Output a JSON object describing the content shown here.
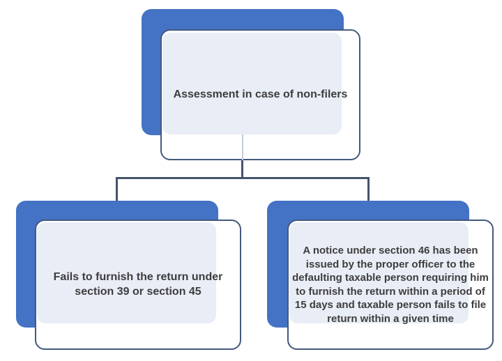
{
  "diagram": {
    "type": "hierarchy-flowchart",
    "nodes": [
      {
        "id": "root",
        "role": "parent",
        "text": "Assessment in case of non-filers"
      },
      {
        "id": "child-1",
        "role": "child",
        "text": "Fails to furnish the return under section 39 or section 45"
      },
      {
        "id": "child-2",
        "role": "child",
        "text": "A notice under section 46 has been issued by the proper officer to the defaulting taxable person requiring him to furnish the return within a period of 15 days and taxable person fails to file return within a given time"
      }
    ],
    "connections": [
      {
        "from": "root",
        "to": "child-1"
      },
      {
        "from": "root",
        "to": "child-2"
      }
    ],
    "colors": {
      "shadow_fill": "#4472c4",
      "frame_border": "#44597e",
      "frame_fill": "#ffffff",
      "panel_fill": "#e9edf6",
      "connector": "#44546a",
      "text": "#3d3d3d",
      "background": "#ffffff"
    }
  }
}
